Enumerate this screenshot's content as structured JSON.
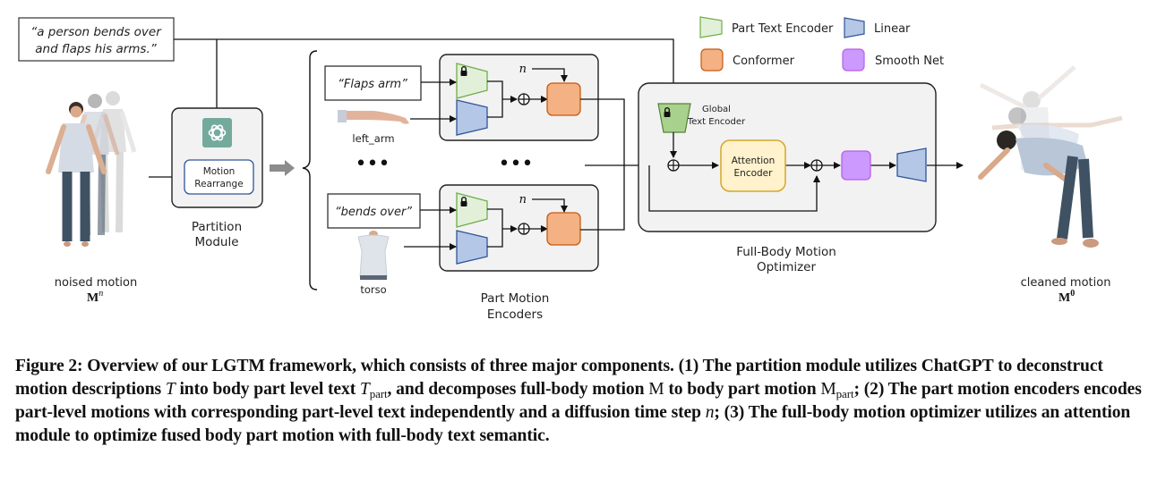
{
  "figure": {
    "prompt_text_line1": "“a person bends over",
    "prompt_text_line2": "and flaps his arms.”",
    "legend": {
      "part_text_encoder": "Part Text Encoder",
      "linear": "Linear",
      "conformer": "Conformer",
      "smooth_net": "Smooth Net"
    },
    "partition_module": {
      "chatgpt_icon": "chatgpt-logo-icon",
      "motion_rearrange_line1": "Motion",
      "motion_rearrange_line2": "Rearrange",
      "title_line1": "Partition",
      "title_line2": "Module"
    },
    "part_encoders": {
      "parts": [
        {
          "text": "“Flaps arm”",
          "part_label": "left_arm",
          "time_step": "n"
        },
        {
          "text": "“bends over”",
          "part_label": "torso",
          "time_step": "n"
        }
      ],
      "ellipsis": "•••",
      "title_line1": "Part Motion",
      "title_line2": "Encoders"
    },
    "optimizer": {
      "global_text_encoder_line1": "Global",
      "global_text_encoder_line2": "Text Encoder",
      "attention_encoder_line1": "Attention",
      "attention_encoder_line2": "Encoder",
      "title_line1": "Full-Body Motion",
      "title_line2": "Optimizer"
    },
    "input_motion": {
      "label": "noised motion",
      "symbol": "M",
      "superscript": "n"
    },
    "output_motion": {
      "label": "cleaned motion",
      "symbol": "M",
      "superscript": "0"
    },
    "colors": {
      "text_encoder_fill": "#e2f0d9",
      "text_encoder_stroke": "#70ad47",
      "global_encoder_fill": "#a9d18e",
      "linear_fill": "#b4c7e7",
      "linear_stroke": "#2f5597",
      "conformer_fill": "#f4b183",
      "conformer_stroke": "#c55a11",
      "smooth_fill": "#cc99ff",
      "smooth_stroke": "#b660e8",
      "attention_fill": "#fff2cc",
      "attention_stroke": "#d6a62a",
      "rearrange_stroke": "#2f5597",
      "chatgpt_green": "#74aa9c",
      "module_bg": "#f2f2f2"
    }
  },
  "caption": {
    "lead": "Figure 2: Overview of our LGTM framework, which consists of three major components. (1) The partition module utilizes ChatGPT to deconstruct motion descriptions ",
    "var_T": "T",
    "seg2": " into body part level text ",
    "var_Tpart": "T",
    "sub_part1": "part",
    "seg3": ", and decomposes full-body motion ",
    "var_M": "M",
    "seg4": " to body part motion ",
    "var_Mpart": "M",
    "sub_part2": "part",
    "seg5": "; (2) The part motion encoders encodes part-level motions with corresponding part-level text independently and a diffusion time step ",
    "var_n": "n",
    "seg6": "; (3) The full-body motion optimizer utilizes an attention module to optimize fused body part motion with full-body text semantic."
  }
}
